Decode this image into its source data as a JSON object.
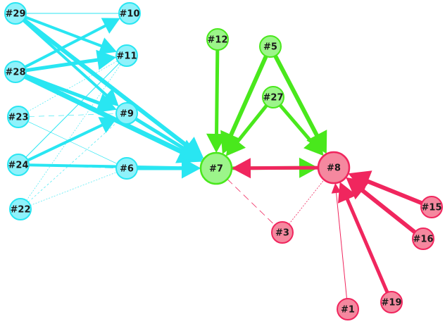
{
  "groups": {
    "cyan": {
      "fill": "#8ff2fb",
      "stroke": "#29e6f2",
      "edge": "#29e6f2"
    },
    "green": {
      "fill": "#9cf58a",
      "stroke": "#49e81c",
      "edge": "#49e81c"
    },
    "pink": {
      "fill": "#f5889f",
      "stroke": "#f0265e",
      "edge": "#f0265e"
    }
  },
  "nodes": [
    {
      "id": "n29",
      "label": "#29",
      "group": "cyan"
    },
    {
      "id": "n28",
      "label": "#28",
      "group": "cyan"
    },
    {
      "id": "n23",
      "label": "#23",
      "group": "cyan"
    },
    {
      "id": "n24",
      "label": "#24",
      "group": "cyan"
    },
    {
      "id": "n22",
      "label": "#22",
      "group": "cyan"
    },
    {
      "id": "n10",
      "label": "#10",
      "group": "cyan"
    },
    {
      "id": "n11",
      "label": "#11",
      "group": "cyan"
    },
    {
      "id": "n9",
      "label": "#9",
      "group": "cyan"
    },
    {
      "id": "n6",
      "label": "#6",
      "group": "cyan"
    },
    {
      "id": "n12",
      "label": "#12",
      "group": "green"
    },
    {
      "id": "n5",
      "label": "#5",
      "group": "green"
    },
    {
      "id": "n27",
      "label": "#27",
      "group": "green"
    },
    {
      "id": "n7",
      "label": "#7",
      "group": "green",
      "major": true
    },
    {
      "id": "n8",
      "label": "#8",
      "group": "pink",
      "major": true
    },
    {
      "id": "n3",
      "label": "#3",
      "group": "pink"
    },
    {
      "id": "n15",
      "label": "#15",
      "group": "pink"
    },
    {
      "id": "n16",
      "label": "#16",
      "group": "pink"
    },
    {
      "id": "n1",
      "label": "#1",
      "group": "pink"
    },
    {
      "id": "n19",
      "label": "#19",
      "group": "pink"
    }
  ],
  "edges": [
    {
      "from": "n29",
      "to": "n10",
      "group": "cyan",
      "weight": 1,
      "arrow": false
    },
    {
      "from": "n29",
      "to": "n11",
      "group": "cyan",
      "weight": 4,
      "arrow": true
    },
    {
      "from": "n29",
      "to": "n9",
      "group": "cyan",
      "weight": 4,
      "arrow": true
    },
    {
      "from": "n29",
      "to": "n7",
      "group": "cyan",
      "weight": 6,
      "arrow": true
    },
    {
      "from": "n28",
      "to": "n10",
      "group": "cyan",
      "weight": 4,
      "arrow": true
    },
    {
      "from": "n28",
      "to": "n11",
      "group": "cyan",
      "weight": 5,
      "arrow": true
    },
    {
      "from": "n28",
      "to": "n9",
      "group": "cyan",
      "weight": 5,
      "arrow": true
    },
    {
      "from": "n28",
      "to": "n7",
      "group": "cyan",
      "weight": 7,
      "arrow": true
    },
    {
      "from": "n23",
      "to": "n11",
      "group": "cyan",
      "weight": 0.6,
      "arrow": false,
      "dash": "2,2"
    },
    {
      "from": "n23",
      "to": "n9",
      "group": "cyan",
      "weight": 0.6,
      "arrow": false,
      "dash": "8,6"
    },
    {
      "from": "n23",
      "to": "n6",
      "group": "cyan",
      "weight": 0.6,
      "arrow": false
    },
    {
      "from": "n24",
      "to": "n11",
      "group": "cyan",
      "weight": 1,
      "arrow": false
    },
    {
      "from": "n24",
      "to": "n9",
      "group": "cyan",
      "weight": 4,
      "arrow": true
    },
    {
      "from": "n24",
      "to": "n6",
      "group": "cyan",
      "weight": 1,
      "arrow": false,
      "dash": "12,6"
    },
    {
      "from": "n24",
      "to": "n7",
      "group": "cyan",
      "weight": 4,
      "arrow": true
    },
    {
      "from": "n22",
      "to": "n11",
      "group": "cyan",
      "weight": 0.6,
      "arrow": false,
      "dash": "2,2"
    },
    {
      "from": "n22",
      "to": "n9",
      "group": "cyan",
      "weight": 0.6,
      "arrow": false,
      "dash": "3,3"
    },
    {
      "from": "n22",
      "to": "n6",
      "group": "cyan",
      "weight": 0.6,
      "arrow": false,
      "dash": "2,2"
    },
    {
      "from": "n9",
      "to": "n7",
      "group": "cyan",
      "weight": 5,
      "arrow": true
    },
    {
      "from": "n6",
      "to": "n7",
      "group": "cyan",
      "weight": 5,
      "arrow": true
    },
    {
      "from": "n12",
      "to": "n7",
      "group": "green",
      "weight": 5,
      "arrow": true
    },
    {
      "from": "n5",
      "to": "n7",
      "group": "green",
      "weight": 6,
      "arrow": true
    },
    {
      "from": "n5",
      "to": "n8",
      "group": "green",
      "weight": 6,
      "arrow": true
    },
    {
      "from": "n27",
      "to": "n7",
      "group": "green",
      "weight": 5,
      "arrow": true
    },
    {
      "from": "n27",
      "to": "n8",
      "group": "green",
      "weight": 5,
      "arrow": true
    },
    {
      "from": "n7",
      "to": "n8",
      "group": "green",
      "weight": 5,
      "arrow": true
    },
    {
      "from": "n8",
      "to": "n7",
      "group": "pink",
      "weight": 5,
      "arrow": true
    },
    {
      "from": "n7",
      "to": "n3",
      "group": "pink",
      "weight": 0.8,
      "arrow": false,
      "dash": "10,6"
    },
    {
      "from": "n3",
      "to": "n8",
      "group": "pink",
      "weight": 0.8,
      "arrow": false,
      "dash": "2,2"
    },
    {
      "from": "n15",
      "to": "n8",
      "group": "pink",
      "weight": 6,
      "arrow": true
    },
    {
      "from": "n16",
      "to": "n8",
      "group": "pink",
      "weight": 6,
      "arrow": true
    },
    {
      "from": "n19",
      "to": "n8",
      "group": "pink",
      "weight": 5,
      "arrow": true
    },
    {
      "from": "n1",
      "to": "n8",
      "group": "pink",
      "weight": 1,
      "arrow": true
    }
  ]
}
